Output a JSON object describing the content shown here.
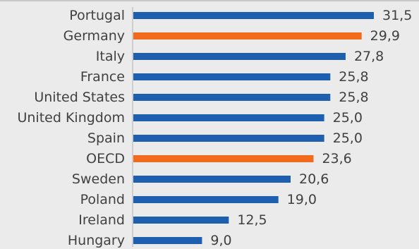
{
  "chart_data": {
    "type": "bar",
    "orientation": "horizontal",
    "categories": [
      "Portugal",
      "Germany",
      "Italy",
      "France",
      "United States",
      "United Kingdom",
      "Spain",
      "OECD",
      "Sweden",
      "Poland",
      "Ireland",
      "Hungary"
    ],
    "values": [
      31.5,
      29.9,
      27.8,
      25.8,
      25.8,
      25.0,
      25.0,
      23.6,
      20.6,
      19.0,
      12.5,
      9.0
    ],
    "value_labels": [
      "31,5",
      "29,9",
      "27,8",
      "25,8",
      "25,8",
      "25,0",
      "25,0",
      "23,6",
      "20,6",
      "19,0",
      "12,5",
      "9,0"
    ],
    "highlighted": [
      "Germany",
      "OECD"
    ],
    "colors": {
      "default": "#1f5fb0",
      "highlight": "#f26b1d",
      "background": "#ebebeb",
      "text": "#404040"
    },
    "xlim": [
      0,
      31.5
    ],
    "grid": false,
    "legend": "none"
  }
}
